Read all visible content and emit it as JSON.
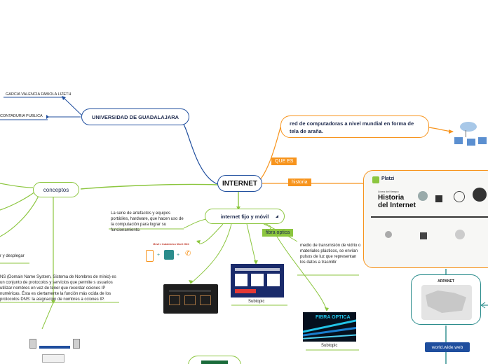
{
  "central": {
    "label": "INTERNET"
  },
  "university": {
    "label": "UNIVERSIDAD DE GUADALAJARA"
  },
  "author": {
    "label": "GARCIA VALENCIA FABIOLA LIZETH"
  },
  "career": {
    "label": "CONTADURIA PUBLICA"
  },
  "concepts": {
    "label": "conceptos"
  },
  "definition": {
    "text": "red de computadoras a nivel mundial en forma de tela de araña."
  },
  "tags": {
    "que_es": "QUE ES",
    "historia": "historia",
    "fibra": "fibra optica"
  },
  "fixed_mobile": {
    "label": "internet fijo y móvil"
  },
  "hardware_note": {
    "text": "La serie de artefactos y equipos portátiles, hardware, que hacen uso de la computación para lograr su funcionamiento."
  },
  "fiber_note": {
    "text": "medio de transmisión de vidrio o materiales plásticos, se envían pulsos de luz que representan los datos a trasmitir"
  },
  "dns_note": {
    "text": "NS (Domain Name System, Sistema de Nombres de minio) es un conjunto de protocolos y servicios que permite s usuarios utilizar nombres en vez de tener que recordar cciones IP numéricas. Ésta es ciertamente la función más ocida de los protocolos DNS: la asignación de nombres a cciones IP."
  },
  "left_fragment": {
    "text": "r y desplegar"
  },
  "subtopics": {
    "a": "Subtopic",
    "b": "Subtopic"
  },
  "history_image": {
    "brand": "Platzi",
    "subtitle": "Línea del tiempo",
    "title_line1": "Historia",
    "title_line2": "del Internet"
  },
  "arpanet": {
    "label": "ARPANET"
  },
  "www": {
    "label": "world.wide.web"
  },
  "mobile_img": {
    "title": "Móvil e Inalámbrico Móvil 2024"
  },
  "fiber_img": {
    "label": "FIBRA OPTICA"
  },
  "colors": {
    "blue": "#1f4e9e",
    "green": "#8cc63f",
    "orange": "#f7941d",
    "teal": "#2a8c8c"
  }
}
